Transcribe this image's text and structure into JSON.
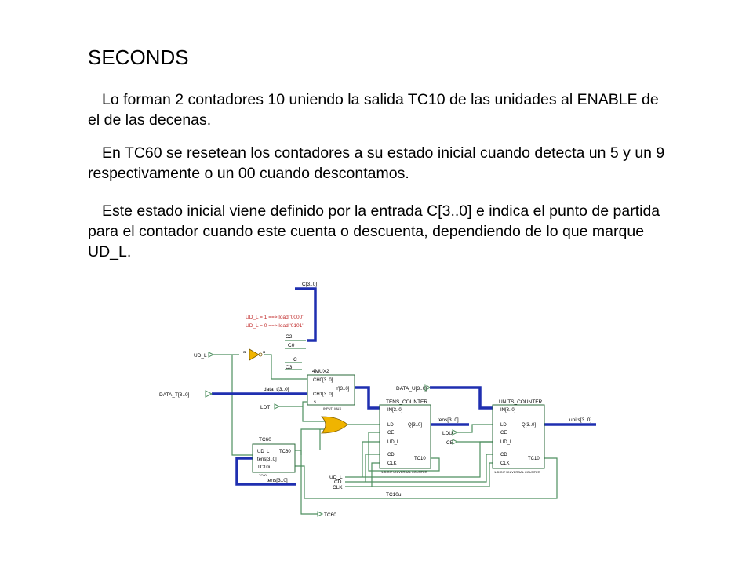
{
  "slide": {
    "title": "SECONDS",
    "paragraphs": [
      "Lo forman 2 contadores 10 uniendo la salida TC10 de las unidades al ENABLE de el de las decenas.",
      "En TC60  se resetean los contadores a su estado inicial cuando detecta un 5 y un 9 respectivamente o un 00 cuando descontamos.",
      "Este estado inicial viene definido por la entrada C[3..0] e indica el punto de partida para el contador cuando este cuenta o descuenta, dependiendo de lo que marque UD_L."
    ]
  },
  "schematic": {
    "notes": [
      "UD_L = 1 ==> load '0000'",
      "UD_L = 0 ==> load '0101'"
    ],
    "colors": {
      "wire": "#4e8f5f",
      "bus": "#1f2fb0",
      "note": "#c02828",
      "gate": "#f0b400"
    },
    "inputs": {
      "c_bus": "C[3..0]",
      "ud_l": "UD_L",
      "data_t": "DATA_T[3..0]",
      "data_t_inner": "data_t[3..0]",
      "ldt": "LDT",
      "data_u": "DATA_U[3..0]",
      "ldu": "LDU",
      "ce": "CE",
      "bottom_ud_l": "UD_L",
      "bottom_cd": "CD",
      "bottom_clk": "CLK"
    },
    "outputs": {
      "tens": "tens[3..0]",
      "units": "units[3..0]",
      "tc60": "TC60"
    },
    "inverter": {
      "in_label": "a",
      "out_label": "a"
    },
    "mux": {
      "title": "4MUX2",
      "ch0": "CH0[3..0]",
      "ch1": "CH1[3..0]",
      "y": "Y[3..0]",
      "s": "s",
      "footer": "INPUT_MUX",
      "const_c2": "C2",
      "const_c0": "C0",
      "const_c": "C",
      "const_c3": "C3"
    },
    "tens_counter": {
      "title": "TENS_COUNTER",
      "in": "IN[3..0]",
      "ld": "LD",
      "ce": "CE",
      "ud": "UD_L",
      "cd": "CD",
      "clk": "CLK",
      "q": "Q[3..0]",
      "tc10": "TC10",
      "footer": "1-DIGIT UNIVERSAL COUNTER"
    },
    "units_counter": {
      "title": "UNITS_COUNTER",
      "in": "IN[3..0]",
      "ld": "LD",
      "ce": "CE",
      "ud": "UD_L",
      "cd": "CD",
      "clk": "CLK",
      "q": "Q[3..0]",
      "tc10": "TC10",
      "footer": "1-DIGIT UNIVERSAL COUNTER"
    },
    "tc60_block": {
      "title": "TC60",
      "ud": "UD_L",
      "out": "TC60",
      "tens": "tens[3..0]",
      "tc10u": "TC10u",
      "footer": "TC60",
      "tens_bus": "tens[3..0]"
    },
    "tc10u_wire": "TC10u"
  }
}
